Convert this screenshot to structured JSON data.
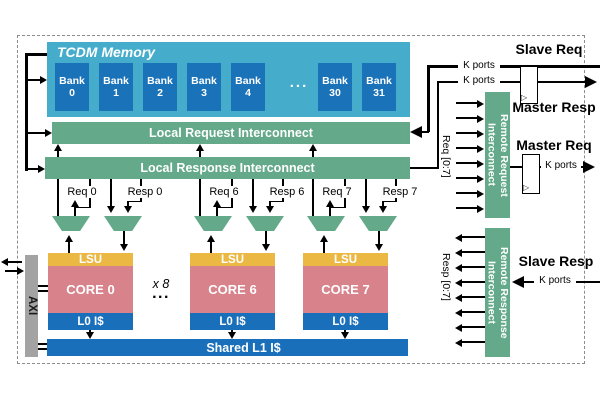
{
  "diagram": {
    "tcdm": {
      "title": "TCDM Memory",
      "ellipsis": "...",
      "banks": [
        {
          "word": "Bank",
          "num": "0"
        },
        {
          "word": "Bank",
          "num": "1"
        },
        {
          "word": "Bank",
          "num": "2"
        },
        {
          "word": "Bank",
          "num": "3"
        },
        {
          "word": "Bank",
          "num": "4"
        },
        {
          "word": "Bank",
          "num": "30"
        },
        {
          "word": "Bank",
          "num": "31"
        }
      ]
    },
    "local": {
      "request": "Local Request Interconnect",
      "response": "Local Response Interconnect"
    },
    "remote": {
      "request_line1": "Remote Request",
      "request_line2": "Interconnect",
      "response_line1": "Remote Response",
      "response_line2": "Interconnect",
      "req_bus": "Req [0:7]",
      "resp_bus": "Resp [0:7]",
      "stub_count": 8
    },
    "ports": {
      "slave_req": "Slave Req",
      "master_resp": "Master Resp",
      "master_req": "Master Req",
      "slave_resp": "Slave Resp",
      "k_ports": "K ports"
    },
    "cores": [
      {
        "req": "Req 0",
        "resp": "Resp 0",
        "lsu": "LSU",
        "name": "CORE 0",
        "l0": "L0 I$"
      },
      {
        "req": "Req 6",
        "resp": "Resp 6",
        "lsu": "LSU",
        "name": "CORE 6",
        "l0": "L0 I$"
      },
      {
        "req": "Req 7",
        "resp": "Resp 7",
        "lsu": "LSU",
        "name": "CORE 7",
        "l0": "L0 I$"
      }
    ],
    "between_cores": {
      "multiplier": "x 8",
      "ellipsis": "..."
    },
    "shared_l1": "Shared L1 I$",
    "axi": "AXI",
    "colors": {
      "tcdm": "#45ACCB",
      "bank": "#1A72B8",
      "green": "#64A98A",
      "yellow": "#EBB844",
      "core": "#D8838B",
      "blue": "#1A6FBB",
      "gray": "#A3A3A3"
    }
  }
}
